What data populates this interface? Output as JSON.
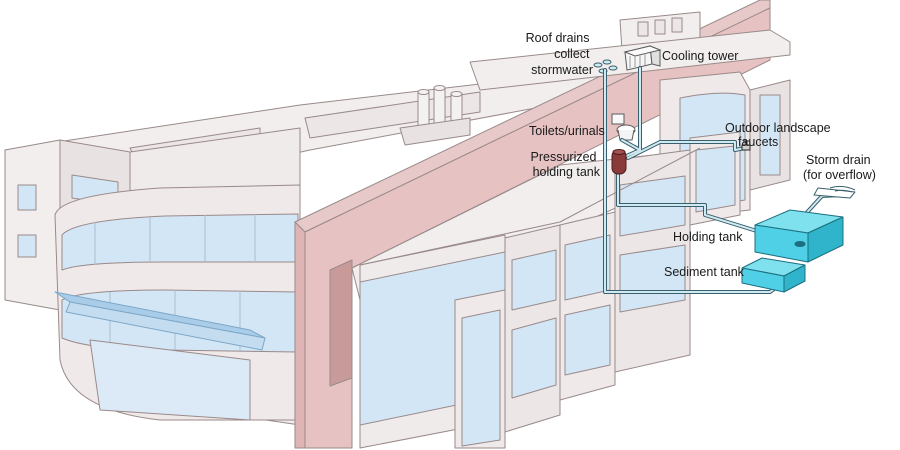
{
  "labels": {
    "roof_drains": [
      "Roof drains",
      "collect",
      "stormwater"
    ],
    "cooling_tower": "Cooling tower",
    "toilets": "Toilets/urinals",
    "outdoor_faucets": [
      "Outdoor landscape",
      "faucets"
    ],
    "pressurized_tank": [
      "Pressurized",
      "holding tank"
    ],
    "storm_drain": [
      "Storm drain",
      "(for overflow)"
    ],
    "holding_tank": "Holding tank",
    "sediment_tank": "Sediment tank"
  },
  "colors": {
    "wall": "#f2eeee",
    "wall_shade": "#e6dddd",
    "outline": "#9a8a8a",
    "glass": "#d3e6f6",
    "glass_dark": "#b9d5ee",
    "pink_wall": "#dfb4b4",
    "pink_dark": "#c99a9a",
    "pipe": "#3a5f6e",
    "pipe_fill": "#cfeaf0",
    "water": "#4fd0e6",
    "water_dark": "#2fb4cc",
    "tank_red": "#8b3a3a"
  }
}
